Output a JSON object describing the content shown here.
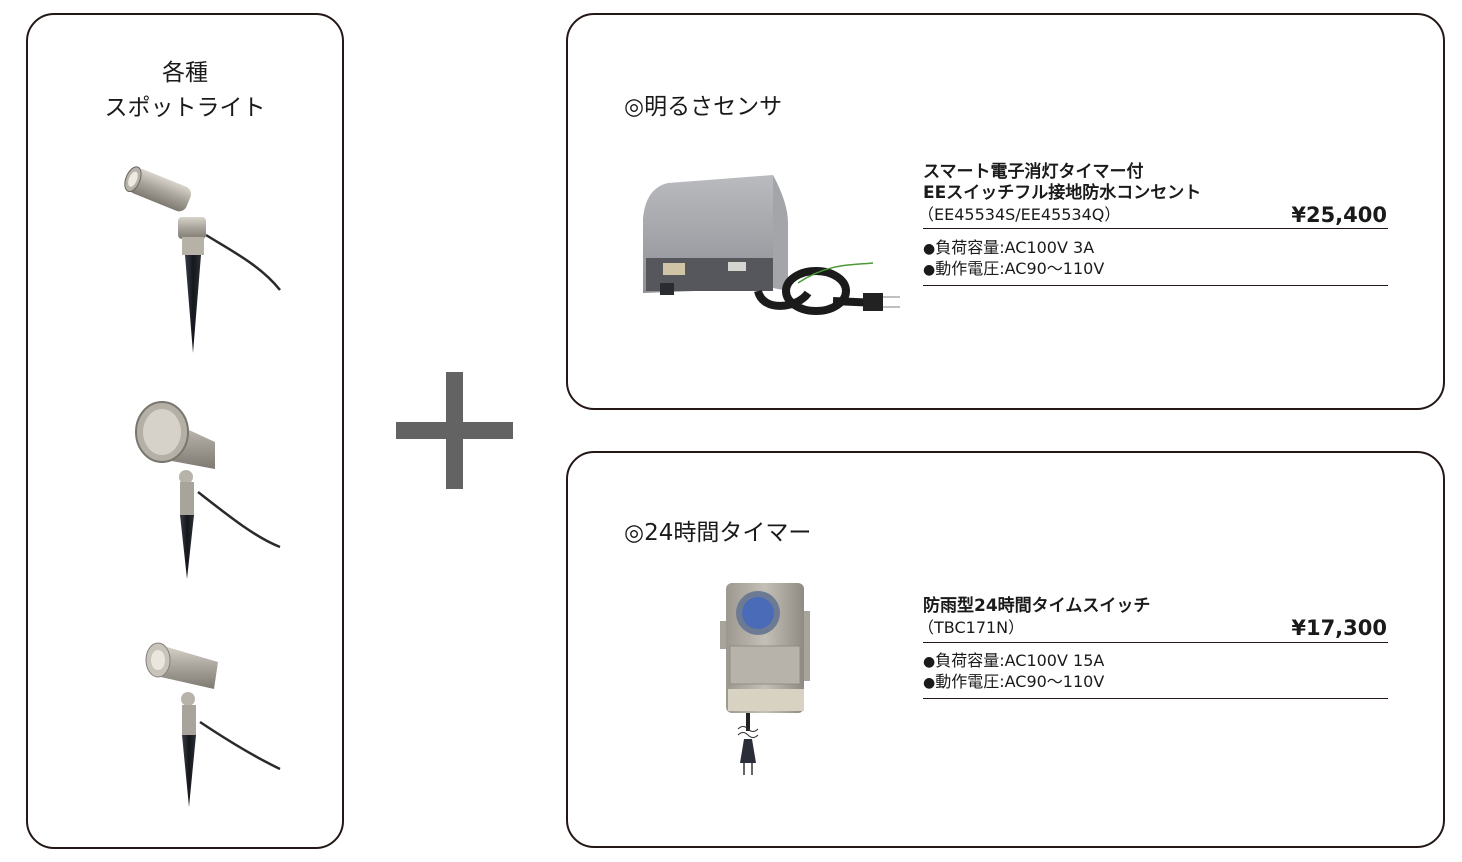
{
  "left_panel": {
    "title_line1": "各種",
    "title_line2": "スポットライト",
    "images": [
      {
        "name": "spotlight-slim-cylinder"
      },
      {
        "name": "spotlight-wide-reflector"
      },
      {
        "name": "spotlight-tapered"
      }
    ]
  },
  "plus_symbol": "+",
  "sensor_section": {
    "title": "◎明るさセンサ",
    "product": {
      "name_line1": "スマート電子消灯タイマー付",
      "name_line2": "EEスイッチフル接地防水コンセント",
      "model": "（EE45534S/EE45534Q）",
      "price": "¥25,400",
      "specs": [
        {
          "bullet": "●",
          "text": "負荷容量:AC100V 3A"
        },
        {
          "bullet": "●",
          "text": "動作電圧:AC90～110V"
        }
      ]
    }
  },
  "timer_section": {
    "title": "◎24時間タイマー",
    "product": {
      "name_line1": "防雨型24時間タイムスイッチ",
      "model": "（TBC171N）",
      "price": "¥17,300",
      "specs": [
        {
          "bullet": "●",
          "text": "負荷容量:AC100V 15A"
        },
        {
          "bullet": "●",
          "text": "動作電圧:AC90～110V"
        }
      ]
    }
  },
  "colors": {
    "border": "#231815",
    "plus": "#636363",
    "text": "#1a1a1a"
  }
}
